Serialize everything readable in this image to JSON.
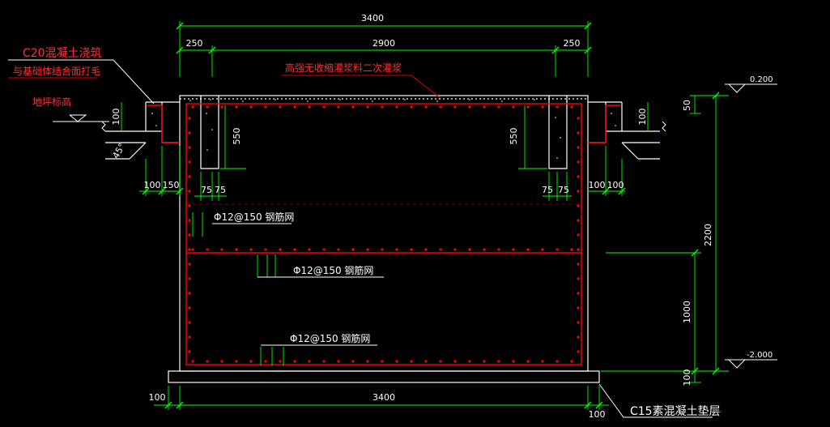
{
  "colors": {
    "background": "#000000",
    "line_white": "#ffffff",
    "dimension_green": "#00ff00",
    "rebar_red": "#ff0000",
    "leader_red": "#e00000"
  },
  "dimensions": {
    "top_overall": "3400",
    "top_left_segment": "250",
    "top_middle_segment": "2900",
    "top_right_segment": "250",
    "left_curb_height": "100",
    "right_curb_height": "100",
    "left_wall_550": "550",
    "right_wall_550": "550",
    "left_slope_angle": "45°",
    "left_bottom_100": "100",
    "left_bottom_150": "150",
    "left_75_a": "75",
    "left_75_b": "75",
    "right_75_a": "75",
    "right_75_b": "75",
    "right_bottom_100_a": "100",
    "right_bottom_100_b": "100",
    "right_top_50": "50",
    "right_total_2200": "2200",
    "right_lower_1000": "1000",
    "right_bottom_100": "100",
    "bottom_overall": "3400",
    "bottom_left_100": "100",
    "bottom_right_100": "100"
  },
  "annotations": {
    "c20_line1": "C20混凝土浇筑",
    "c20_line2": "与基础体结合面打毛",
    "ground_level": "地坪标高",
    "grout_note": "高强无收缩灌浆料二次灌浆",
    "rebar_upper": "Φ12@150 钢筋网",
    "rebar_middle": "Φ12@150 钢筋网",
    "rebar_lower": "Φ12@150 钢筋网",
    "c15_cushion": "C15素混凝土垫层"
  },
  "elevations": {
    "top": "0.200",
    "bottom": "-2.000"
  }
}
